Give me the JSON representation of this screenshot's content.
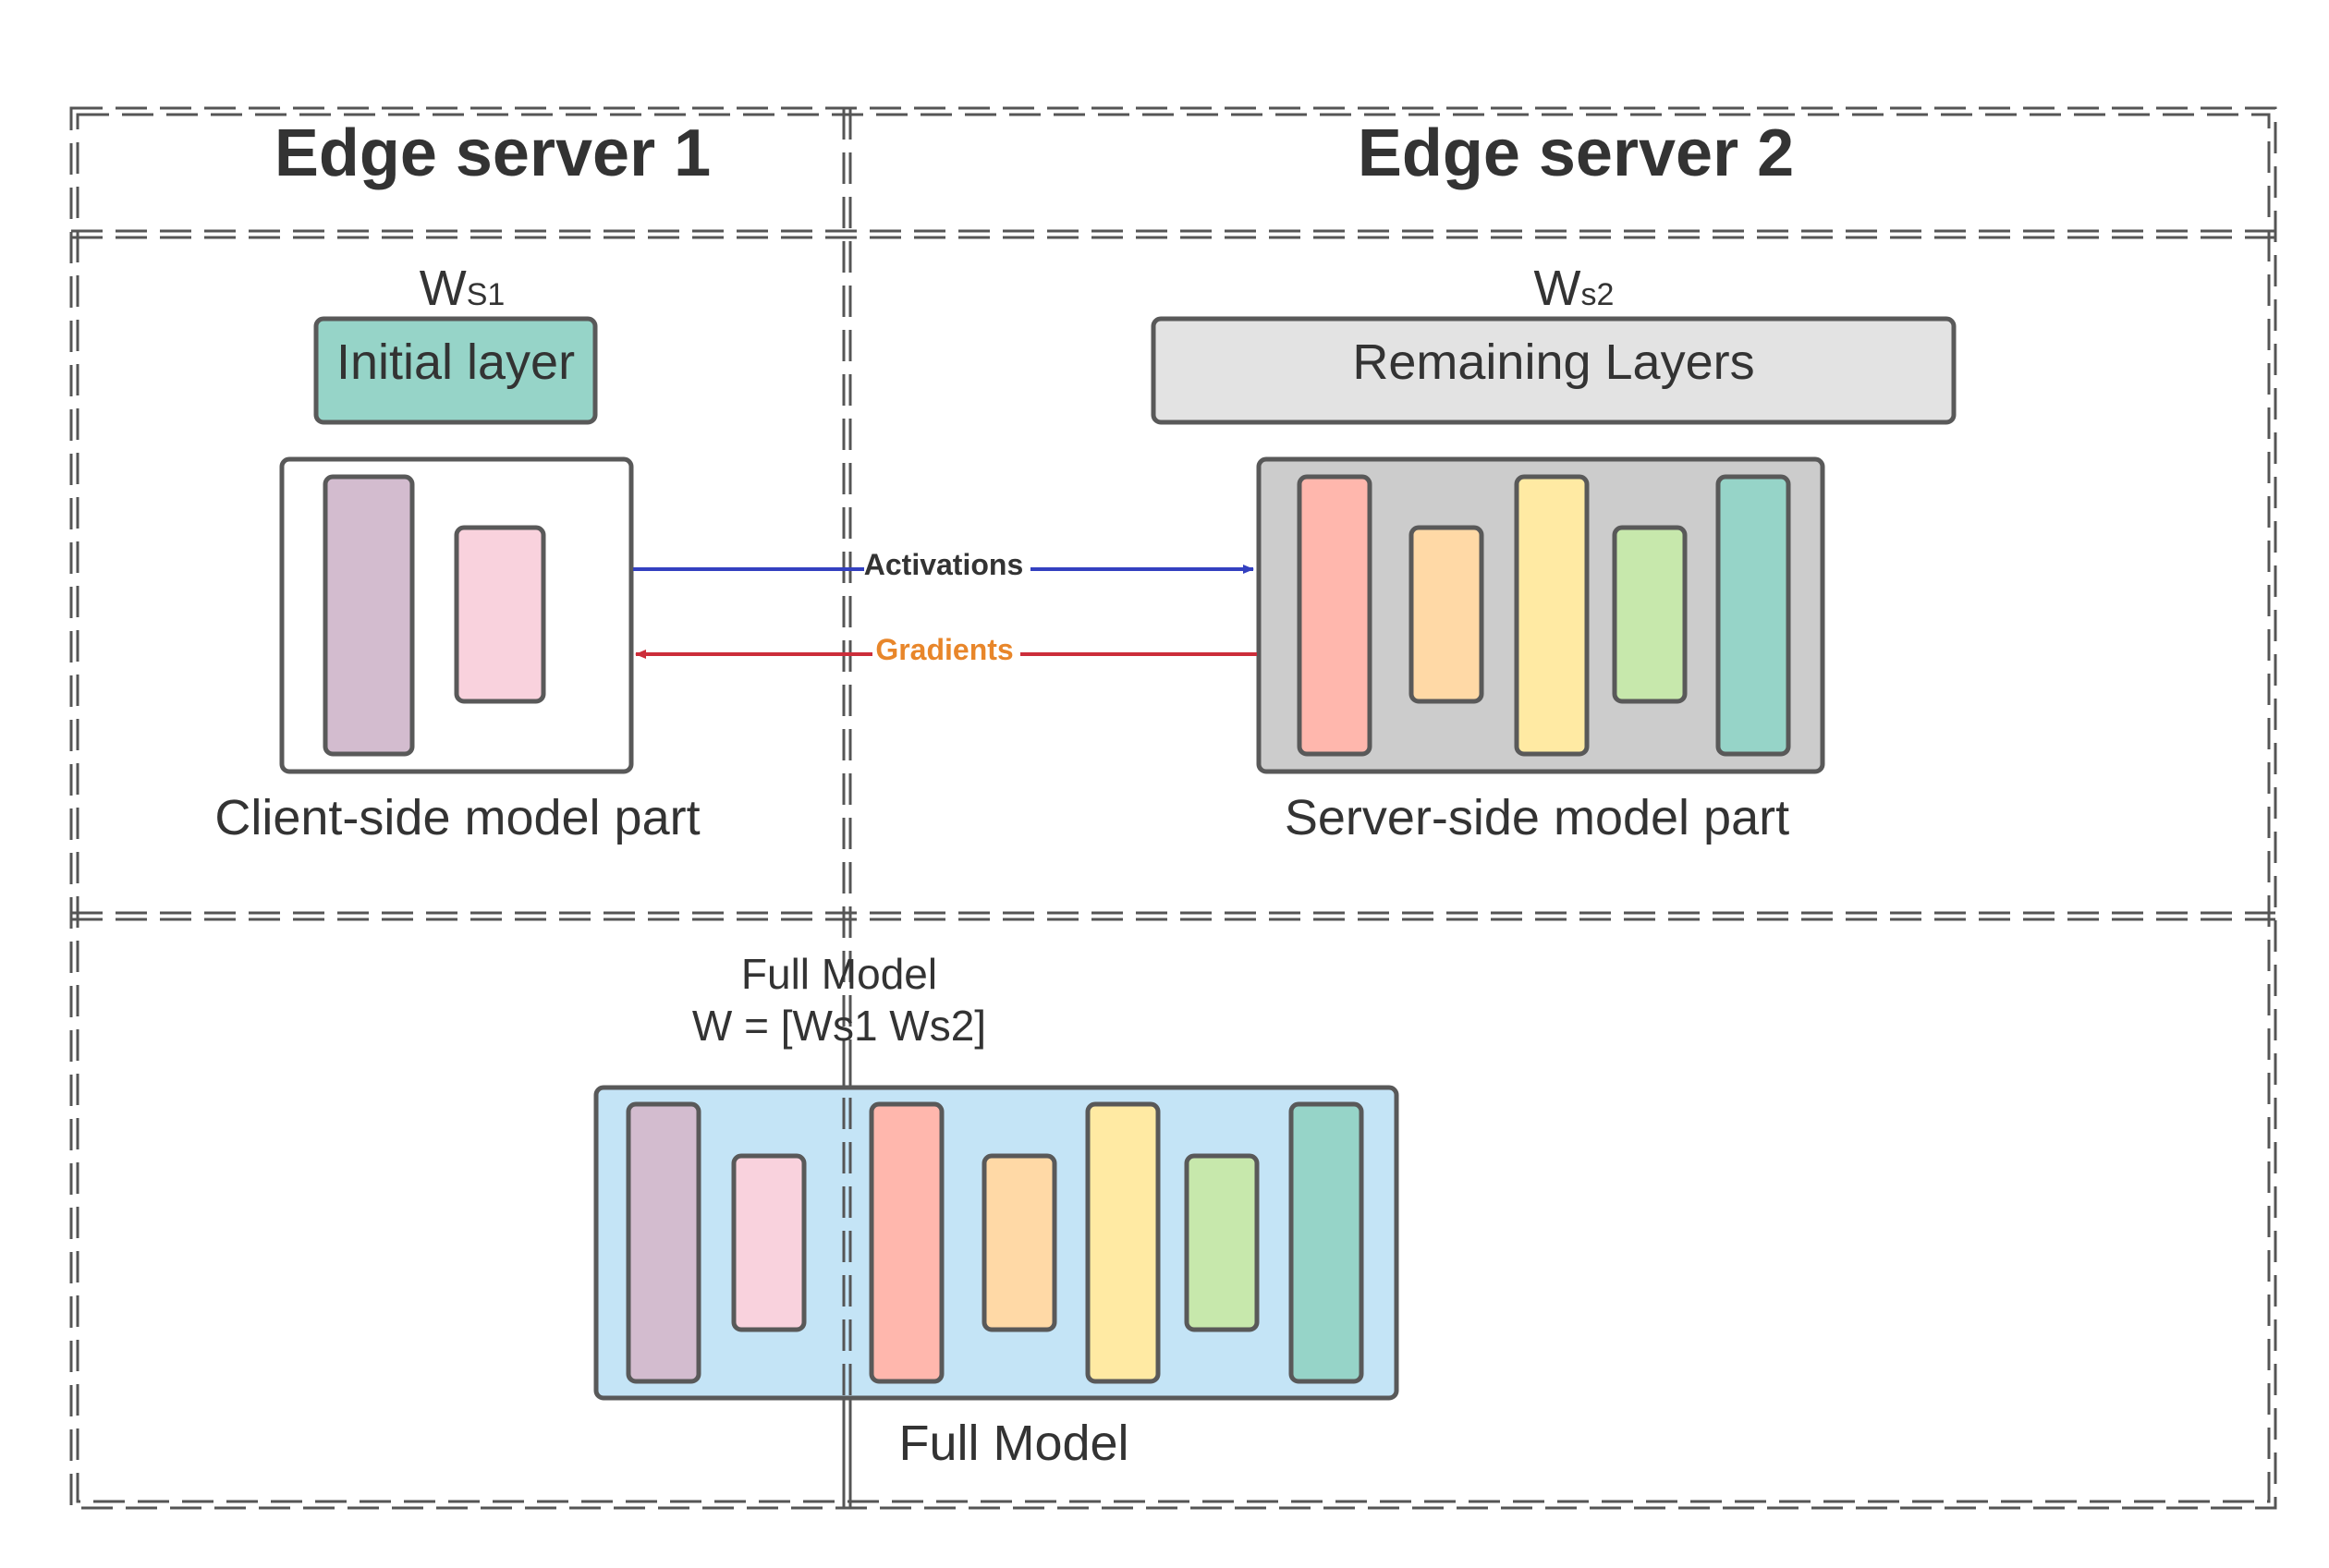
{
  "diagram": {
    "left_title": "Edge server 1",
    "right_title": "Edge server 2",
    "left": {
      "weight_main": "W",
      "weight_sub": "S1",
      "layer_label": "Initial layer",
      "model_caption": "Client-side model part"
    },
    "right": {
      "weight_main": "W",
      "weight_sub": "s2",
      "layer_label": "Remaining Layers",
      "model_caption": "Server-side model part"
    },
    "arrows": {
      "forward_label": "Activations",
      "backward_label": "Gradients"
    },
    "full_model": {
      "heading_line1": "Full Model",
      "heading_line2": "W = [Ws1 Ws2]",
      "caption": "Full Model"
    }
  },
  "colors": {
    "initial_layer": "#96d4c8",
    "remaining_layers": "#e3e3e3",
    "server_container": "#cccccc",
    "full_container": "#c4e4f6",
    "activations_arrow": "#3340c0",
    "gradients_arrow": "#cc2d3a",
    "gradients_text": "#e8862a",
    "purple": "#d3bccf",
    "pink": "#f9d2dd",
    "salmon": "#ffb7ad",
    "peach": "#ffd9a6",
    "yellow": "#ffeaa3",
    "green": "#c7e8ac",
    "teal": "#96d4c8"
  }
}
